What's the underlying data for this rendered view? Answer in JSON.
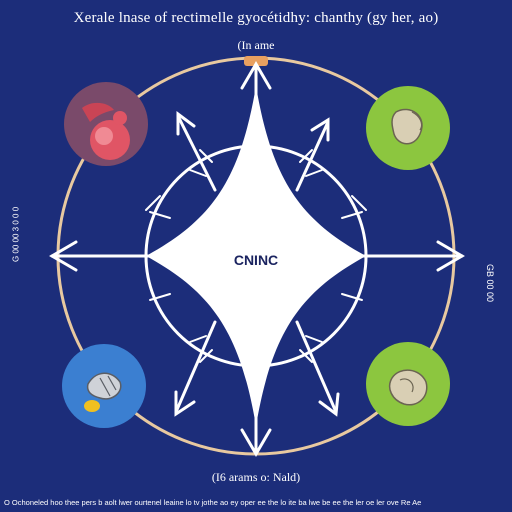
{
  "title": "Xerale lnase of rectimelle gyocétidhy: chanthy (gy  her, ao)",
  "subtitle": "(In ame",
  "center_label": "CNINC",
  "bottom_label": "(I6 arams  o: Nald)",
  "left_side_text": "G 00 00 3 0 0 0",
  "right_side_text": "GB 00 00",
  "footer": "O Ochoneled hoo thee pers b aolt  lwer ourtenel leaine lo tv jothe ao ey oper ee the lo ite ba  lwe  be ee the ler oe  ler ove  Re Ae",
  "colors": {
    "background": "#1c2d7a",
    "ring": "#e8c9a0",
    "arrows": "#ffffff",
    "organ_top_left": "#7a4a6a",
    "organ_top_right": "#8cc63f",
    "organ_bottom_left": "#3b7fd1",
    "organ_bottom_right": "#8cc63f"
  },
  "icons": [
    "heart-organ-icon",
    "liver-organ-icon",
    "bone-organ-icon",
    "gut-organ-icon"
  ]
}
